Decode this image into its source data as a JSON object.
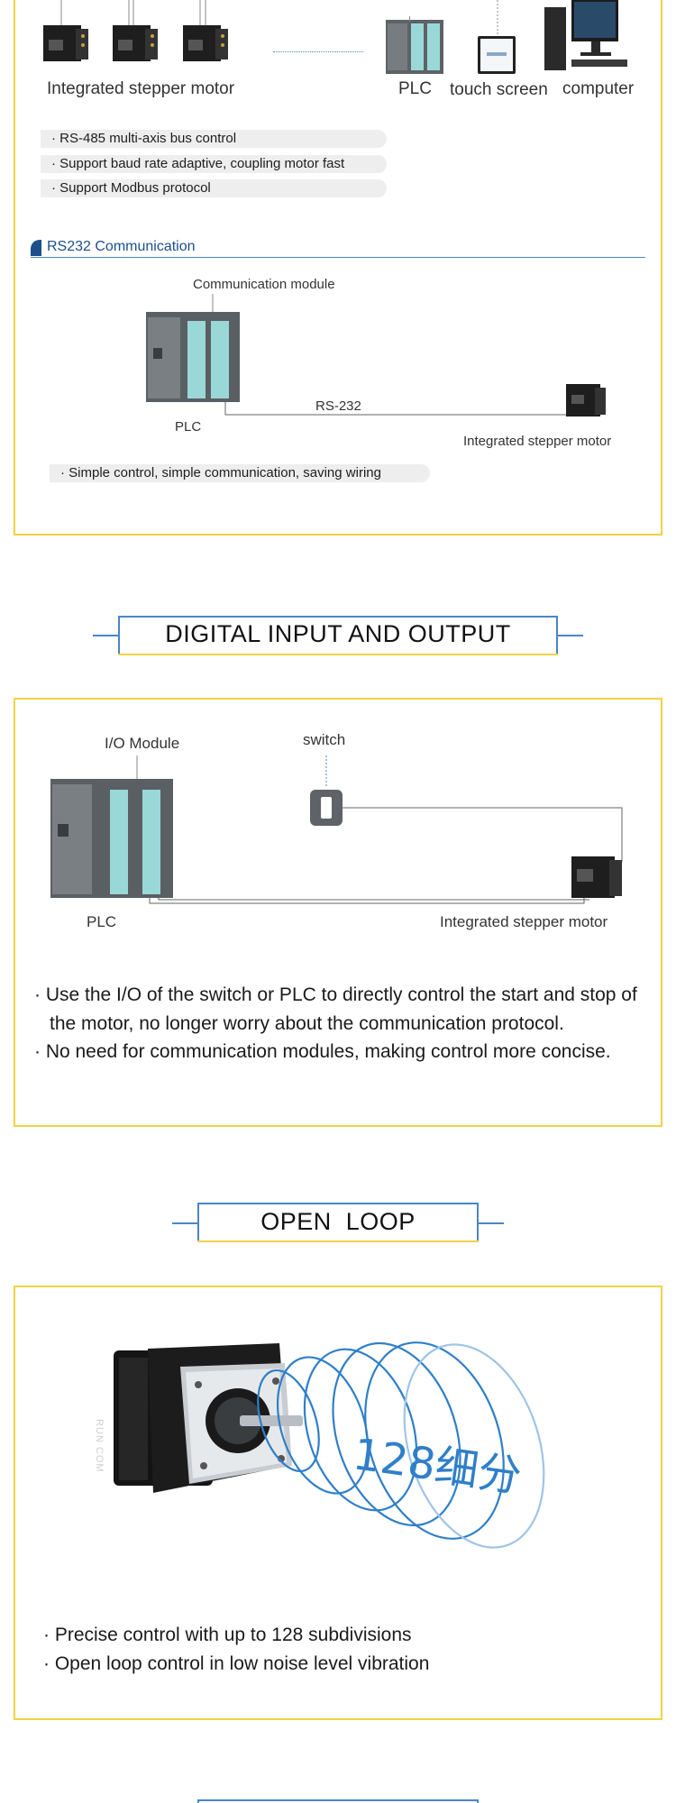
{
  "bus": {
    "motor_caption": "Integrated stepper motor",
    "plc_caption": "PLC",
    "touch_caption": "touch screen",
    "computer_caption": "computer",
    "features": [
      "· RS-485 multi-axis bus control",
      "· Support baud rate adaptive, coupling motor fast",
      "· Support Modbus protocol"
    ]
  },
  "rs232": {
    "title": "RS232 Communication",
    "module_caption": "Communication module",
    "plc_caption": "PLC",
    "link_label": "RS-232",
    "motor_caption": "Integrated stepper motor",
    "feature": "· Simple control, simple communication, saving wiring"
  },
  "dio": {
    "heading": "DIGITAL INPUT AND OUTPUT",
    "io_caption": "I/O Module",
    "switch_caption": "switch",
    "plc_caption": "PLC",
    "motor_caption": "Integrated stepper motor",
    "bullet1_line1": "· Use the I/O of the switch or PLC to directly control the start and stop of",
    "bullet1_line2": "the motor, no longer worry about the communication protocol.",
    "bullet2": "· No need for communication modules, making control more concise."
  },
  "openloop": {
    "heading": "OPEN  LOOP",
    "motor_brand": "RUN COM",
    "overlay_text": "128细分",
    "bullet1": "· Precise control with up to 128 subdivisions",
    "bullet2": "· Open loop control in low noise level vibration"
  },
  "colors": {
    "frame": "#f2d246",
    "accent_blue": "#1c4f8c",
    "line_blue": "#4a86c8",
    "wave_blue": "#2f7fc8"
  }
}
